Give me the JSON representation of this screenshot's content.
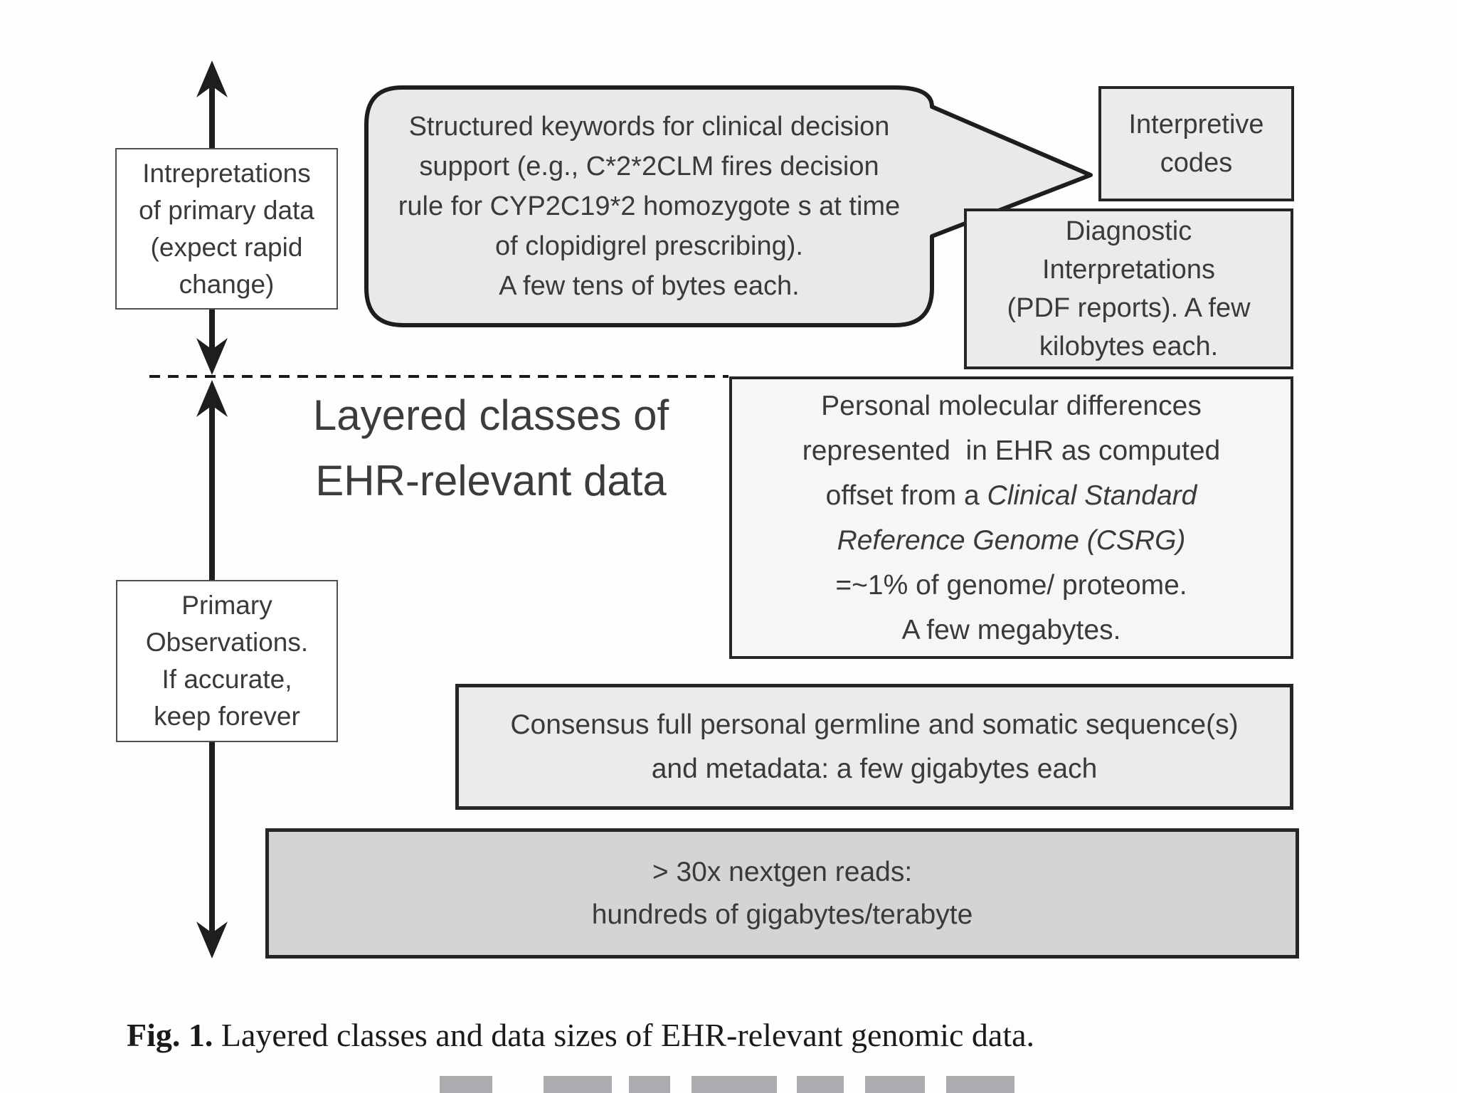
{
  "diagram": {
    "title_lines": [
      "Layered classes of",
      "EHR-relevant data"
    ],
    "interpretations_box": {
      "lines": [
        "Intrepretations",
        "of primary data",
        "(expect rapid",
        "change)"
      ]
    },
    "bubble": {
      "lines": [
        "Structured keywords for clinical  decision",
        "support (e.g., C*2*2CLM fires decision",
        "rule for CYP2C19*2 homozygote s at time",
        "of clopidigrel prescribing).",
        "A few tens of bytes each."
      ]
    },
    "interpretive_codes_box": {
      "lines": [
        "Interpretive",
        "codes"
      ]
    },
    "diagnostic_box": {
      "lines": [
        "Diagnostic",
        "Interpretations",
        "(PDF reports). A few",
        "kilobytes each."
      ]
    },
    "personal_box": {
      "line1": "Personal molecular differences",
      "line2": "represented  in EHR as computed",
      "line3_normal": "offset from a ",
      "line3_italic": "Clinical Standard",
      "line4_italic": "Reference Genome (CSRG)",
      "line5": "=~1% of genome/ proteome.",
      "line6": "A few megabytes."
    },
    "primary_box": {
      "lines": [
        "Primary",
        "Observations.",
        "If accurate,",
        "keep forever"
      ]
    },
    "consensus_box": {
      "lines": [
        "Consensus full personal germline and somatic sequence(s)",
        "and metadata: a few gigabytes  each"
      ]
    },
    "nextgen_box": {
      "lines": [
        "> 30x nextgen reads:",
        "hundreds of gigabytes/terabyte"
      ]
    }
  },
  "caption": {
    "label": "Fig. 1.",
    "text": " Layered classes and data sizes of EHR-relevant genomic data."
  },
  "colors": {
    "bubble_fill": "#e8eae8",
    "box_fill_light": "#ebebeb",
    "box_fill_lighter": "#f6f6f6",
    "box_fill_dark": "#d4d4d6",
    "line_color": "#1e1e1e",
    "text_color": "#3a3a3a"
  }
}
